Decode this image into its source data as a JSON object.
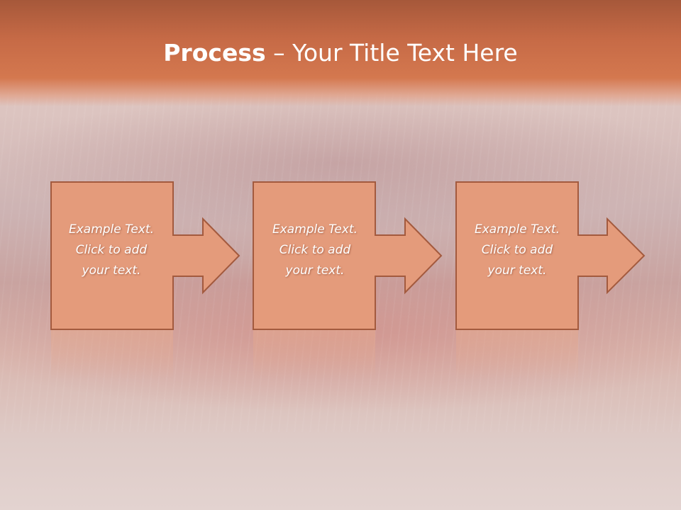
{
  "slide": {
    "title_bold": "Process",
    "title_rest": " – Your Title Text Here"
  },
  "steps": [
    {
      "line1": "Example Text.",
      "line2": "Click  to add",
      "line3": "your text."
    },
    {
      "line1": "Example Text.",
      "line2": "Click  to add",
      "line3": "your text."
    },
    {
      "line1": "Example Text.",
      "line2": "Click  to add",
      "line3": "your text."
    }
  ],
  "colors": {
    "header": "#c66a46",
    "box_fill": "#e49b7b",
    "box_stroke": "#a35a3e",
    "text": "#ffffff"
  }
}
